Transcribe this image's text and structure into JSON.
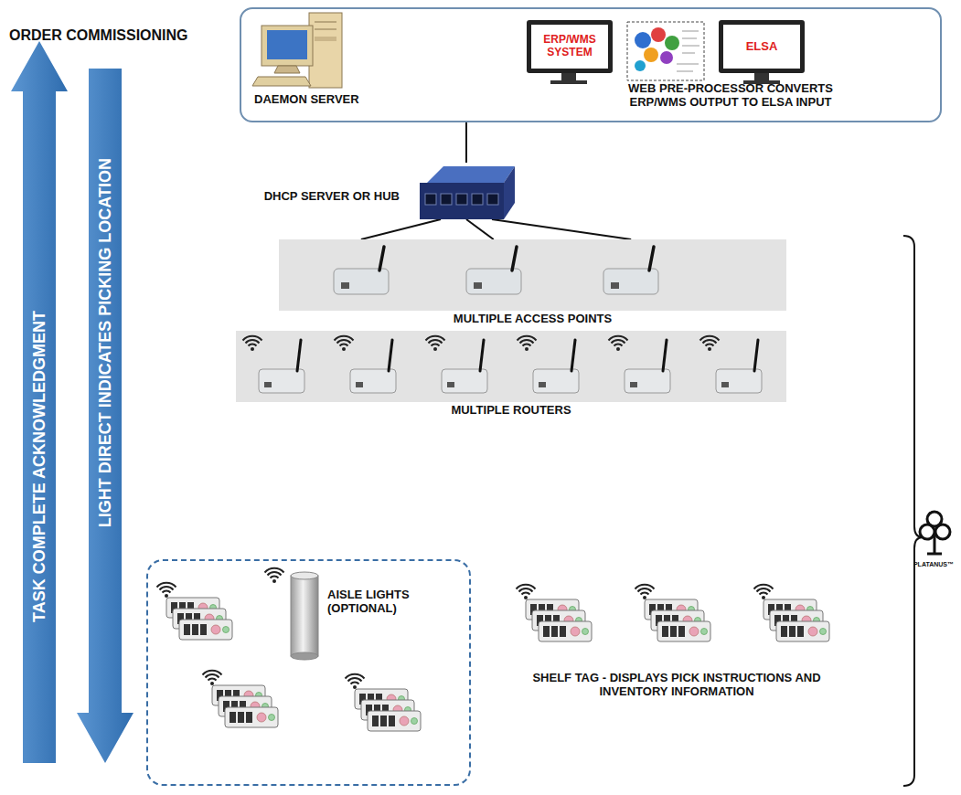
{
  "diagram": {
    "nodes": [
      {
        "text": [
          "TASK COMPLETE ACKNOWLEDGMENT"
        ]
      },
      {
        "text": [
          "LIGHT DIRECT INDICATES PICKING LOCATION"
        ]
      },
      {
        "text": [
          "DAEMON SERVER",
          "WEB PRE-PROCESSOR CONVERTS ERP/WMS OUTPUT TO ELSA INPUT"
        ]
      },
      {
        "text": [
          "ERP/WMS SYSTEM"
        ],
        "in": 2
      },
      {
        "text": [
          "ELSA"
        ],
        "in": 2
      },
      {
        "text": [
          "DHCP SERVER OR HUB"
        ]
      },
      {
        "text": [
          "MULTIPLE ACCESS POINTS"
        ]
      },
      {
        "text": [
          "MULTIPLE ROUTERS"
        ]
      },
      {
        "text": [
          "AISLE LIGHTS (OPTIONAL)"
        ]
      }
    ],
    "edges": [
      {
        "from": 2,
        "to": 5,
        "arrow": "none"
      },
      {
        "from": 5,
        "to": 6,
        "arrow": "none"
      }
    ],
    "labels": [
      "ORDER COMMISSIONING",
      "SHELF TAG - DISPLAYS PICK INSTRUCTIONS AND INVENTORY INFORMATION",
      "PLATANUS™"
    ]
  }
}
